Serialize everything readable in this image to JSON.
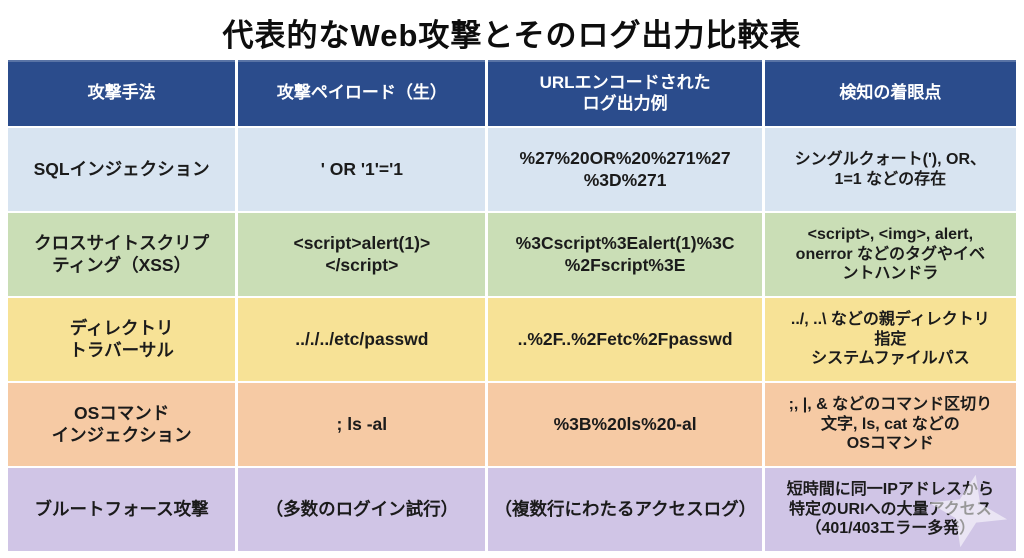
{
  "title": "代表的なWeb攻撃とそのログ出力比較表",
  "colors": {
    "header_bg": "#2B4C8C",
    "header_text": "#FFFFFF",
    "row_bg": [
      "#D8E4F1",
      "#CADEB6",
      "#F7E296",
      "#F6CAA4",
      "#D0C5E6"
    ]
  },
  "table": {
    "columns": [
      {
        "label": "攻撃手法"
      },
      {
        "label": "攻撃ペイロード（生）"
      },
      {
        "label": "URLエンコードされた\nログ出力例"
      },
      {
        "label": "検知の着眼点"
      }
    ],
    "rows": [
      {
        "attack": "SQLインジェクション",
        "payload": "' OR '1'='1",
        "encoded": "%27%20OR%20%271%27\n%3D%271",
        "detect": "シングルクォート('), OR、\n1=1 などの存在"
      },
      {
        "attack": "クロスサイトスクリプ\nティング（XSS）",
        "payload": "<script>alert(1)>\n</script>",
        "encoded": "%3Cscript%3Ealert(1)%3C\n%2Fscript%3E",
        "detect": "<script>, <img>, alert,\nonerror などのタグやイベ\nントハンドラ"
      },
      {
        "attack": "ディレクトリ\nトラバーサル",
        "payload": ".././../etc/passwd",
        "encoded": "..%2F..%2Fetc%2Fpasswd",
        "detect": "../, ..\\ などの親ディレクトリ\n指定\nシステムファイルパス"
      },
      {
        "attack": "OSコマンド\nインジェクション",
        "payload": "; ls -al",
        "encoded": "%3B%20ls%20-al",
        "detect": ";, |, & などのコマンド区切り\n文字, ls, cat などの\nOSコマンド"
      },
      {
        "attack": "ブルートフォース攻撃",
        "payload": "（多数のログイン試行）",
        "encoded": "（複数行にわたるアクセスログ）",
        "detect": "短時間に同一IPアドレスから\n特定のURIへの大量アクセス\n（401/403エラー多発）"
      }
    ]
  }
}
